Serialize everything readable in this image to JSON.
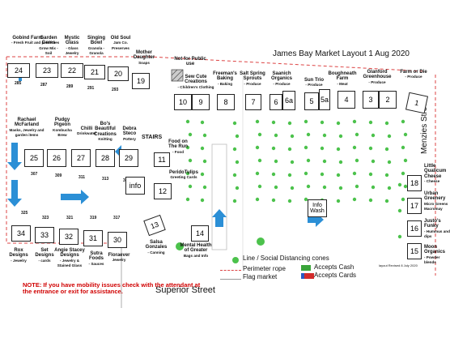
{
  "title": "James Bay Market Layout 1 Aug 2020",
  "streets": {
    "right": "Menzies Street",
    "bottom": "Superior Street"
  },
  "labels": {
    "not_for_public": "Not for Public use",
    "stairs": "STAIRS",
    "info_wash": "Info Wash",
    "info": "info"
  },
  "top_vendors": [
    {
      "name": "Gobind Farm",
      "sub": "- Fresh Fruit and preserves"
    },
    {
      "name": "Garden Gems",
      "sub": "Grow Mix - Soil"
    },
    {
      "name": "Mystic Glass",
      "sub": "- Glass Jewelry"
    },
    {
      "name": "Singing Bowl",
      "sub": "Granola - Granola"
    },
    {
      "name": "Old Soul",
      "sub": "Jam Co. Preserves"
    },
    {
      "name": "Mother Daughter",
      "sub": "Soaps"
    },
    {
      "name": "Sew Cute Creations",
      "sub": "- Children's Clothing"
    },
    {
      "name": "Freeman's Baking",
      "sub": "- Baking"
    },
    {
      "name": "Salt Spring Sprouts",
      "sub": "- Produce"
    },
    {
      "name": "Saanich Organics",
      "sub": "- Produce"
    },
    {
      "name": "Sun Trio",
      "sub": "- Produce"
    },
    {
      "name": "Boughneath Farm",
      "sub": "- Meat"
    },
    {
      "name": "Glanford Greenhouse",
      "sub": "- Produce"
    },
    {
      "name": "Farm or Die",
      "sub": "- Produce"
    }
  ],
  "middle_vendors": [
    {
      "name": "Rachael McFarland",
      "sub": "Masks, Jewelry and garden items"
    },
    {
      "name": "Pudgy Pigeon",
      "sub": "Kombucha Brew"
    },
    {
      "name": "Chilli",
      "sub": "Drinkwater"
    },
    {
      "name": "Bo's Beautiful Creations",
      "sub": "Knitting"
    },
    {
      "name": "Debra Steco",
      "sub": "Pottery"
    },
    {
      "name": "Food on The Run",
      "sub": "- Food"
    },
    {
      "name": "PeridoTulips",
      "sub": "Greeting Cards"
    }
  ],
  "right_vendors": [
    {
      "name": "Little Qualicum Cheese",
      "sub": "- Cheese"
    },
    {
      "name": "Urban Greenery",
      "sub": "Micro Greens Macromay"
    },
    {
      "name": "Justo's Funky",
      "sub": "- Hummus and dips"
    },
    {
      "name": "Moon Organics",
      "sub": "- Powder blends"
    }
  ],
  "bottom_vendors": [
    {
      "name": "Rox Designs",
      "sub": "- Jewelry"
    },
    {
      "name": "Set Designs",
      "sub": "- cards"
    },
    {
      "name": "Angie Stacey Designs",
      "sub": "- Jewelry & Stained Glass"
    },
    {
      "name": "Sutra Foods",
      "sub": "- Sauces"
    },
    {
      "name": "Floraever",
      "sub": "Jewelry"
    },
    {
      "name": "Salsa Gonzales",
      "sub": "- Canning"
    },
    {
      "name": "Mental Health of Greater",
      "sub": "Bags and Info"
    }
  ],
  "stalls": {
    "s24": "24",
    "s23": "23",
    "s22": "22",
    "s21": "21",
    "s20": "20",
    "s19": "19",
    "s10": "10",
    "s9": "9",
    "s8": "8",
    "s7": "7",
    "s6": "6",
    "s6a": "6a",
    "s5": "5",
    "s5a": "5a",
    "s4": "4",
    "s3": "3",
    "s2": "2",
    "s1": "1",
    "s25": "25",
    "s26": "26",
    "s27": "27",
    "s28": "28",
    "s29": "29",
    "s11": "11",
    "s12": "12",
    "s13": "13",
    "s14": "14",
    "s34": "34",
    "s33": "33",
    "s32": "32",
    "s31": "31",
    "s30": "30",
    "s18": "18",
    "s17": "17",
    "s16": "16",
    "s15": "15"
  },
  "plot_numbers": {
    "top": [
      "285",
      "287",
      "289",
      "291",
      "293"
    ],
    "middle": [
      "307",
      "309",
      "311",
      "313",
      "315"
    ],
    "bottom": [
      "325",
      "323",
      "321",
      "319",
      "317"
    ]
  },
  "legend": {
    "cones": "Line / Social Distancing cones",
    "rope": "Perimeter rope",
    "flag": "Flag market",
    "cash": "Accepts Cash",
    "cards": "Accepts Cards",
    "revised": "layout Revised 8 July 2020"
  },
  "note": "NOTE: If you have mobility issues check with the attendant at the entrance or exit for assistance.",
  "colors": {
    "cash": "#3aa53a",
    "card_red": "#d22b2b",
    "card_blue": "#2a59c4",
    "cone": "#4cc24c",
    "arrow": "#2b8fd6",
    "rope": "#d44",
    "note": "#d00000"
  }
}
